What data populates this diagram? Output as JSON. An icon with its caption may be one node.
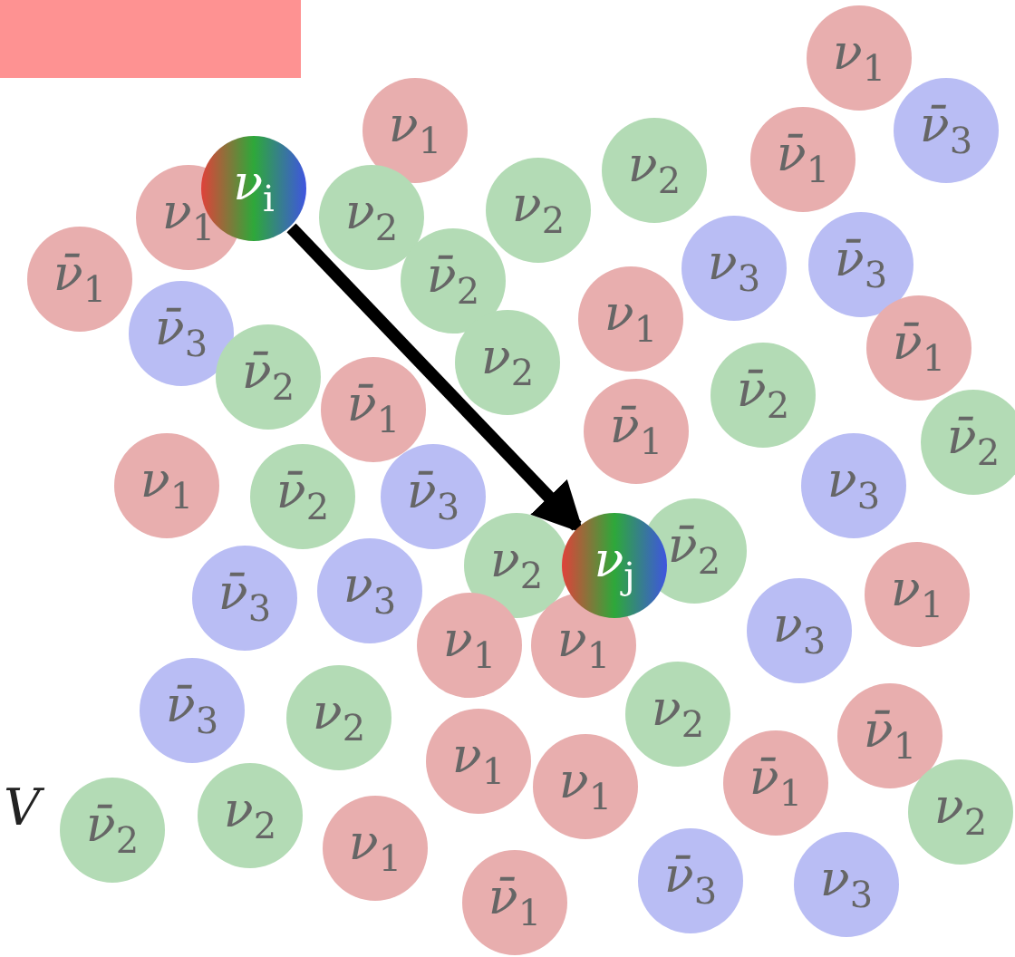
{
  "diagram": {
    "nodes": [
      {
        "text": [
          "ν$_{1}$"
        ]
      },
      {
        "text": [
          "ν̄$_{3}$"
        ]
      },
      {
        "text": [
          "ν$_{1}$"
        ]
      },
      {
        "text": [
          "ν$_{2}$"
        ]
      },
      {
        "text": [
          "ν̄$_{1}$"
        ]
      },
      {
        "text": [
          "ν$_{1}$"
        ]
      },
      {
        "text": [
          "ν$_{i}$"
        ]
      },
      {
        "text": [
          "ν$_{2}$"
        ]
      },
      {
        "text": [
          "ν$_{2}$"
        ]
      },
      {
        "text": [
          "ν̄$_{2}$"
        ]
      },
      {
        "text": [
          "ν$_{3}$"
        ]
      },
      {
        "text": [
          "ν̄$_{3}$"
        ]
      },
      {
        "text": [
          "ν̄$_{1}$"
        ]
      },
      {
        "text": [
          "ν̄$_{3}$"
        ]
      },
      {
        "text": [
          "ν$_{1}$"
        ]
      },
      {
        "text": [
          "ν̄$_{1}$"
        ]
      },
      {
        "text": [
          "ν̄$_{2}$"
        ]
      },
      {
        "text": [
          "ν̄$_{1}$"
        ]
      },
      {
        "text": [
          "ν$_{2}$"
        ]
      },
      {
        "text": [
          "ν̄$_{2}$"
        ]
      },
      {
        "text": [
          "ν̄$_{1}$"
        ]
      },
      {
        "text": [
          "ν̄$_{2}$"
        ]
      },
      {
        "text": [
          "ν$_{1}$"
        ]
      },
      {
        "text": [
          "ν̄$_{2}$"
        ]
      },
      {
        "text": [
          "ν̄$_{3}$"
        ]
      },
      {
        "text": [
          "ν$_{2}$"
        ]
      },
      {
        "text": [
          "ν$_{3}$"
        ]
      },
      {
        "text": [
          "ν$_{j}$"
        ]
      },
      {
        "text": [
          "ν̄$_{2}$"
        ]
      },
      {
        "text": [
          "ν̄$_{3}$"
        ]
      },
      {
        "text": [
          "ν$_{3}$"
        ]
      },
      {
        "text": [
          "ν$_{1}$"
        ]
      },
      {
        "text": [
          "ν$_{1}$"
        ]
      },
      {
        "text": [
          "ν$_{3}$"
        ]
      },
      {
        "text": [
          "ν$_{1}$"
        ]
      },
      {
        "text": [
          "ν̄$_{3}$"
        ]
      },
      {
        "text": [
          "ν$_{2}$"
        ]
      },
      {
        "text": [
          "ν$_{2}$"
        ]
      },
      {
        "text": [
          "ν$_{1}$"
        ]
      },
      {
        "text": [
          "ν$_{1}$"
        ]
      },
      {
        "text": [
          "ν̄$_{1}$"
        ]
      },
      {
        "text": [
          "ν̄$_{1}$"
        ]
      },
      {
        "text": [
          "ν̄$_{2}$"
        ]
      },
      {
        "text": [
          "ν$_{2}$"
        ]
      },
      {
        "text": [
          "ν$_{1}$"
        ]
      },
      {
        "text": [
          "ν$_{2}$"
        ]
      },
      {
        "text": [
          "ν̄$_{3}$"
        ]
      },
      {
        "text": [
          "ν$_{3}$"
        ]
      },
      {
        "text": [
          "ν̄$_{1}$"
        ]
      }
    ],
    "edges": [
      {
        "from": 6,
        "to": 27,
        "arrow": "to"
      }
    ],
    "labels": [
      "V"
    ]
  }
}
